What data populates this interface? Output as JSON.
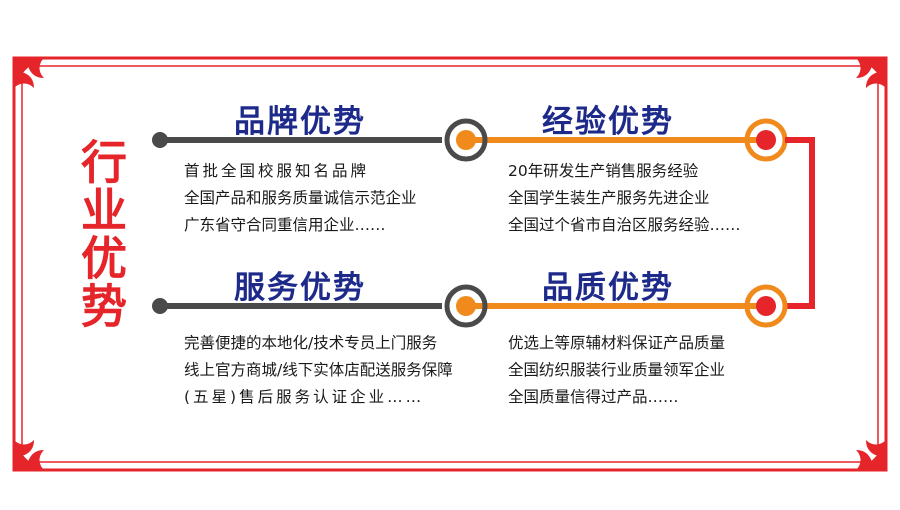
{
  "side_title": "行业优势",
  "colors": {
    "border_red": "#e5252a",
    "heading_blue": "#1d2a8a",
    "line_dark": "#4a4a4a",
    "line_orange": "#f08a1c"
  },
  "sections": [
    {
      "title": "品牌优势",
      "lines": [
        "首批全国校服知名品牌",
        "全国产品和服务质量诚信示范企业",
        "广东省守合同重信用企业……"
      ]
    },
    {
      "title": "经验优势",
      "lines": [
        "20年研发生产销售服务经验",
        "全国学生装生产服务先进企业",
        "全国过个省市自治区服务经验……"
      ]
    },
    {
      "title": "服务优势",
      "lines": [
        "完善便捷的本地化/技术专员上门服务",
        "线上官方商城/线下实体店配送服务保障",
        "(五星)售后服务认证企业……"
      ]
    },
    {
      "title": "品质优势",
      "lines": [
        "优选上等原辅材料保证产品质量",
        "全国纺织服装行业质量领军企业",
        "全国质量信得过产品……"
      ]
    }
  ]
}
